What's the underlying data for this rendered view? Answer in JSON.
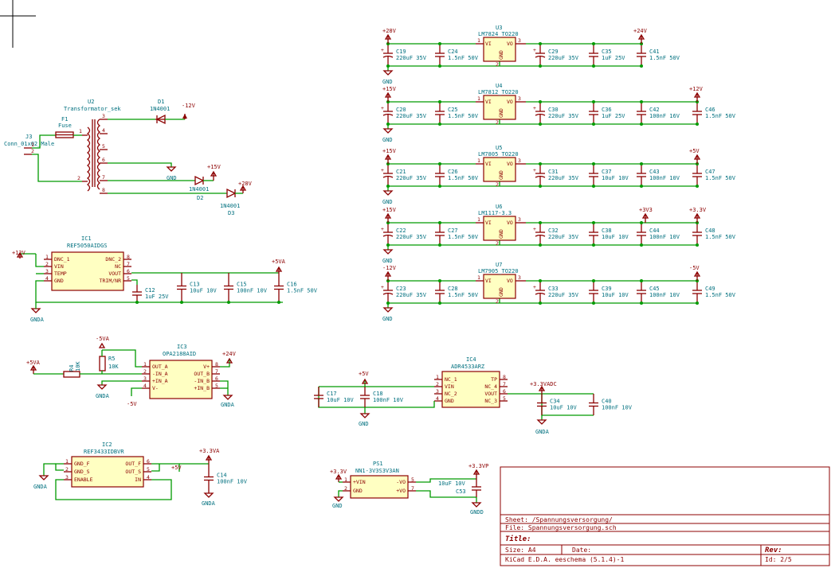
{
  "sheet": {
    "sheet_line": "Sheet: /Spannungsversorgung/",
    "file_line": "File: Spannungsversorgung.sch",
    "title_label": "Title:",
    "size": "Size: A4",
    "date": "Date:",
    "rev": "Rev:",
    "tool": "KiCad E.D.A.  eeschema (5.1.4)-1",
    "id": "Id: 2/5"
  },
  "regulators": [
    {
      "ref": "U3",
      "value": "LM7824_TO220",
      "pin_vi": "VI",
      "pin_vo": "VO",
      "pin_gnd": "GND",
      "in": "+28V",
      "out": "+24V",
      "caps": [
        [
          "C19",
          "220uF 35V"
        ],
        [
          "C24",
          "1.5nF 50V"
        ],
        [
          "C29",
          "220uF 35V"
        ],
        [
          "C35",
          "1uF 25V"
        ],
        [
          "C41",
          "1.5nF 50V"
        ]
      ]
    },
    {
      "ref": "U4",
      "value": "LM7812_TO220",
      "pin_vi": "VI",
      "pin_vo": "VO",
      "pin_gnd": "GND",
      "in": "+15V",
      "out": "+12V",
      "caps": [
        [
          "C20",
          "220uF 35V"
        ],
        [
          "C25",
          "1.5nF 50V"
        ],
        [
          "C30",
          "220uF 35V"
        ],
        [
          "C36",
          "1uF 25V"
        ],
        [
          "C42",
          "100nF 16V"
        ],
        [
          "C46",
          "1.5nF 50V"
        ]
      ]
    },
    {
      "ref": "U5",
      "value": "LM7805_TO220",
      "pin_vi": "VI",
      "pin_vo": "VO",
      "pin_gnd": "GND",
      "in": "+15V",
      "out": "+5V",
      "caps": [
        [
          "C21",
          "220uF 35V"
        ],
        [
          "C26",
          "1.5nF 50V"
        ],
        [
          "C31",
          "220uF 35V"
        ],
        [
          "C37",
          "10uF 10V"
        ],
        [
          "C43",
          "100nF 10V"
        ],
        [
          "C47",
          "1.5nF 50V"
        ]
      ]
    },
    {
      "ref": "U6",
      "value": "LM1117-3.3",
      "pin_vi": "VI",
      "pin_vo": "VO",
      "pin_gnd": "GND",
      "in": "+15V",
      "out": "+3.3V",
      "out2": "+3V3",
      "caps": [
        [
          "C22",
          "220uF 35V"
        ],
        [
          "C27",
          "1.5nF 50V"
        ],
        [
          "C32",
          "220uF 35V"
        ],
        [
          "C38",
          "10uF 10V"
        ],
        [
          "C44",
          "100nF 10V"
        ],
        [
          "C48",
          "1.5nF 50V"
        ]
      ]
    },
    {
      "ref": "U7",
      "value": "LM7905_TO220",
      "pin_vi": "VI",
      "pin_vo": "VO",
      "pin_gnd": "GND",
      "in": "-12V",
      "out": "-5V",
      "caps": [
        [
          "C23",
          "220uF 35V"
        ],
        [
          "C28",
          "1.5nF 50V"
        ],
        [
          "C33",
          "220uF 35V"
        ],
        [
          "C39",
          "10uF 10V"
        ],
        [
          "C45",
          "100nF 10V"
        ],
        [
          "C49",
          "1.5nF 50V"
        ]
      ]
    }
  ],
  "gnd": "GND",
  "gnda": "GNDA",
  "gndd": "GNDD",
  "transformer": {
    "ref": "U2",
    "value": "Transformator_sek",
    "pins": [
      "1",
      "2",
      "3",
      "4",
      "5",
      "6",
      "7",
      "8"
    ]
  },
  "fuse": {
    "ref": "F1",
    "value": "Fuse"
  },
  "conn": {
    "ref": "J3",
    "value": "Conn_01x02_Male",
    "pins": [
      "1",
      "2"
    ]
  },
  "diodes": [
    {
      "ref": "D1",
      "value": "1N4001",
      "net": "-12V"
    },
    {
      "ref": "D2",
      "value": "1N4001",
      "net": "+15V"
    },
    {
      "ref": "D3",
      "value": "1N4001",
      "net": "+28V"
    }
  ],
  "ic1": {
    "ref": "IC1",
    "value": "REF5050AIDGS",
    "left_pins": [
      "DNC_1",
      "VIN",
      "TEMP",
      "GND"
    ],
    "right_pins": [
      "DNC_2",
      "NC",
      "VOUT",
      "TRIM/NR"
    ],
    "left_nums": [
      "1",
      "2",
      "3",
      "4"
    ],
    "right_nums": [
      "8",
      "7",
      "6",
      "5"
    ],
    "in": "+12V",
    "out": "+5VA",
    "caps": [
      [
        "C12",
        "1uF 25V"
      ],
      [
        "C13",
        "10uF 10V"
      ],
      [
        "C15",
        "100nF 10V"
      ],
      [
        "C16",
        "1.5nF 50V"
      ]
    ]
  },
  "ic3": {
    "ref": "IC3",
    "value": "OPA2188AID",
    "left_pins": [
      "OUT_A",
      "-IN_A",
      "+IN_A",
      "V-"
    ],
    "right_pins": [
      "V+",
      "OUT_B",
      "-IN_B",
      "+IN_B"
    ],
    "left_nums": [
      "1",
      "2",
      "3",
      "4"
    ],
    "right_nums": [
      "8",
      "7",
      "6",
      "5"
    ],
    "r4": [
      "R4",
      "10K"
    ],
    "r5": [
      "R5",
      "10K"
    ],
    "in": "+5VA",
    "top": "-5VA",
    "vminus": "-5V",
    "vplus": "+24V"
  },
  "ic4": {
    "ref": "IC4",
    "value": "ADR4533ARZ",
    "left_pins": [
      "NC_1",
      "VIN",
      "NC_2",
      "GND"
    ],
    "right_pins": [
      "TP",
      "NC_4",
      "VOUT",
      "NC_3"
    ],
    "left_nums": [
      "1",
      "2",
      "3",
      "4"
    ],
    "right_nums": [
      "8",
      "7",
      "6",
      "5"
    ],
    "in": "+5V",
    "out": "+3.3VADC",
    "caps": [
      [
        "C17",
        "10uF 10V"
      ],
      [
        "C18",
        "100nF 10V"
      ],
      [
        "C34",
        "10uF 10V"
      ],
      [
        "C40",
        "100nF 10V"
      ]
    ]
  },
  "ic2": {
    "ref": "IC2",
    "value": "REF3433IDBVR",
    "left_pins": [
      "GND_F",
      "GND_S",
      "ENABLE"
    ],
    "right_pins": [
      "OUT_F",
      "OUT_S",
      "IN"
    ],
    "left_nums": [
      "1",
      "2",
      "3"
    ],
    "right_nums": [
      "6",
      "5",
      "4"
    ],
    "in": "+5V",
    "out": "+3.3VA",
    "cap": [
      "C14",
      "100nF 10V"
    ]
  },
  "ps1": {
    "ref": "PS1",
    "value": "NN1-3V3S3V3AN",
    "left_pins": [
      "+VIN",
      "GND"
    ],
    "right_pins": [
      "-VO",
      "+VO"
    ],
    "left_nums": [
      "1",
      "2"
    ],
    "right_nums": [
      "5",
      "7"
    ],
    "in": "+3.3V",
    "out": "+3.3VP",
    "cap": [
      "C53",
      "10uF 10V"
    ]
  }
}
